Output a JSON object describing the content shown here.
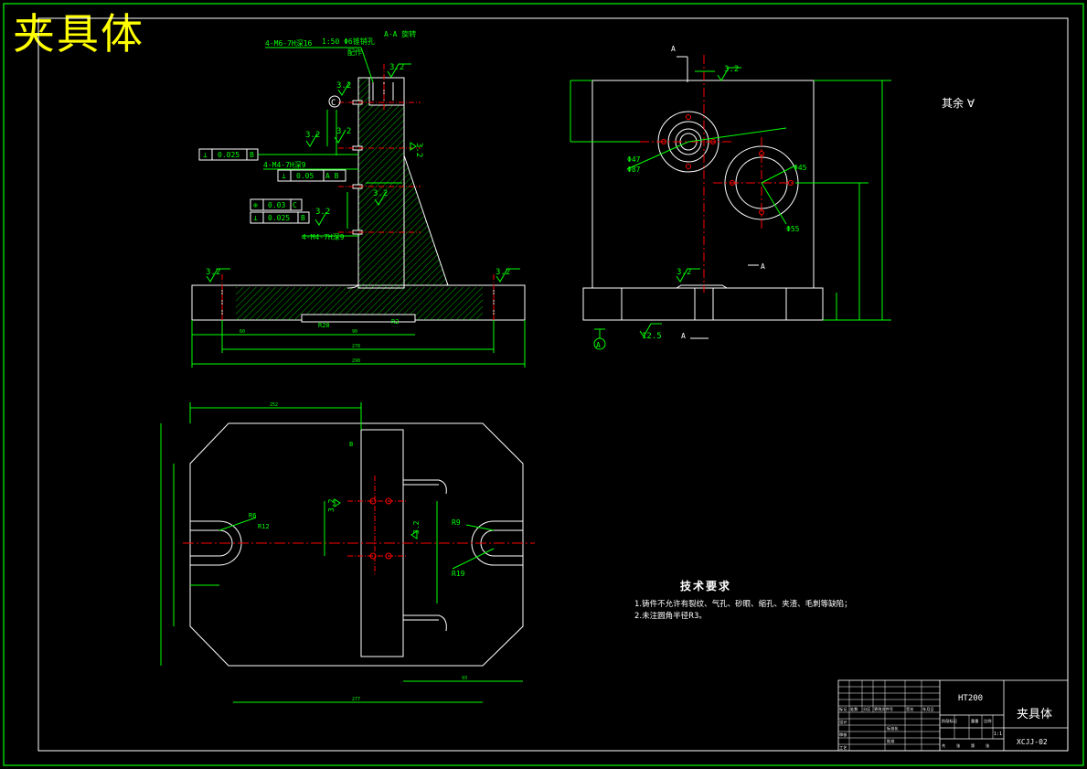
{
  "title": "夹具体",
  "colors": {
    "frame": "#00ff00",
    "geometry": "#ffffff",
    "dim": "#00ff00",
    "center": "#ff0000",
    "hatch": "#00ff00",
    "title": "#ffff00"
  },
  "section_label": "A-A 旋转",
  "rest_note": "其余",
  "callouts": {
    "hole_top": "4-M6-7H深16",
    "taper_hole": "1:50 Φ6锥销孔",
    "taper_hole_sub": "配作",
    "hole_mid": "4-M4-7H深9",
    "hole_low": "4-M4-7H深9"
  },
  "roughness": {
    "r1": "3.2",
    "r2": "3.2",
    "r3": "3.2",
    "r4": "3.2",
    "r5": "3.2",
    "r6": "3.2",
    "r7": "3.2",
    "r8": "3.2",
    "r9": "3.2",
    "r10": "3.2",
    "r11": "3.2",
    "r12": "12.5",
    "r13": "3.2",
    "r14": "3.2"
  },
  "tolerances": {
    "t1": {
      "sym": "⊥",
      "val": "0.025",
      "ref": "B"
    },
    "t2": {
      "sym": "⊥",
      "val": "0.05",
      "ref": "A B"
    },
    "t3": {
      "sym": "⊕",
      "val": "0.03",
      "ref": "C"
    },
    "t4": {
      "sym": "⊥",
      "val": "0.025",
      "ref": "B"
    }
  },
  "datums": {
    "a": "A",
    "b": "B",
    "c": "C"
  },
  "dims": {
    "d_r20": "R20",
    "d_r2": "R2",
    "d_bottom1": "270",
    "d_bottom2": "290",
    "d_bottom3": "60",
    "d_bottom4": "90",
    "d_diam47": "Φ47",
    "d_diam87": "Φ87",
    "d_diam45": "Φ45",
    "d_diam55": "Φ55",
    "d_r9": "R9",
    "d_r19": "R19",
    "d_plan_top": "252",
    "d_plan_bottom": "277",
    "d_plan_right": "93",
    "d_r12": "R12",
    "d_r6": "R6"
  },
  "section_marks": {
    "a1": "A",
    "a2": "A",
    "a3": "A"
  },
  "technical_requirements": {
    "title": "技术要求",
    "items": [
      "1.铸件不允许有裂纹、气孔、砂眼、缩孔、夹渣、毛刺等缺陷；",
      "2.未注圆角半径R3。"
    ]
  },
  "title_block": {
    "material": "HT200",
    "part_name": "夹具体",
    "drawing_no": "XCJJ-02",
    "scale": "1:1",
    "row_labels": [
      "标记",
      "处数",
      "分区",
      "更改文件号",
      "签名",
      "年月日"
    ],
    "role_labels": [
      "设计",
      "审核",
      "工艺"
    ],
    "mid_labels": [
      "标准化",
      "批准"
    ],
    "stage_labels": [
      "阶段标记",
      "重量",
      "比例"
    ],
    "sheet_labels": [
      "共",
      "张",
      "第",
      "张"
    ]
  }
}
